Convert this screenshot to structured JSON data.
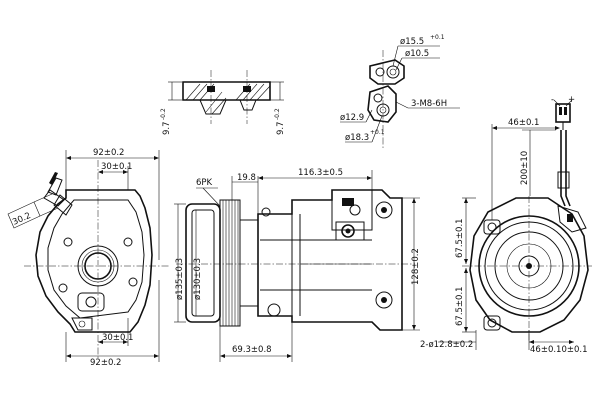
{
  "labels": {
    "top_width_92": "92±0.2",
    "top_width_30": "30±0.1",
    "bot_width_30": "30±0.1",
    "bot_width_92": "92±0.2",
    "angle_30_2": "30.2",
    "belt_6pk": "6PK",
    "dim_19_8": "19.8",
    "dim_116_3": "116.3±0.5",
    "dia_135": "ø135±0.3",
    "dia_130": "ø130±0.3",
    "height_128": "128±0.2",
    "dim_69_3": "69.3±0.8",
    "flange_9_7_left": "9.7",
    "flange_9_7_left_sup": "-0.2",
    "flange_9_7_right": "9.7",
    "flange_9_7_right_sup": "-0.2",
    "dia_15_5": "ø15.5",
    "dia_15_5_sup": "+0.1",
    "dia_10_5": "ø10.5",
    "dia_12_9": "ø12.9",
    "dia_18_3": "ø18.3",
    "dia_18_3_sup": "+0.1",
    "thread_m8": "3-M8-6H",
    "dim_46_top": "46±0.1",
    "dim_200": "200±10",
    "dim_67_5_top": "67.5±0.1",
    "dim_67_5_bot": "67.5±0.1",
    "holes_12_8": "2-ø12.8±0.2",
    "dim_46_bot": "46±0.10±0.1",
    "connector_minus": "-",
    "connector_plus": "+"
  },
  "icons": {
    "connector": "electrical-connector-icon",
    "bolt": "hex-bolt-icon"
  },
  "colors": {
    "ink": "#111111",
    "background": "#ffffff"
  }
}
